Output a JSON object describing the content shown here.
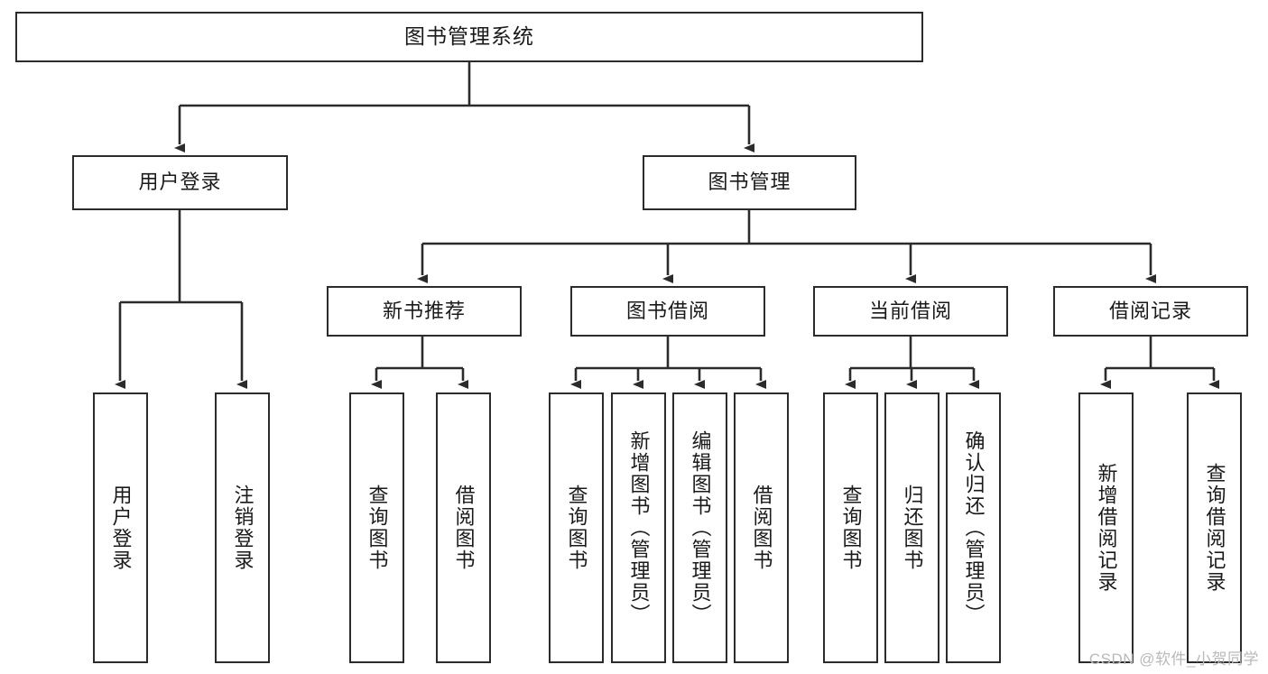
{
  "diagram": {
    "type": "tree",
    "title": "图书管理系统",
    "watermark": "CSDN @软件_小贺同学",
    "colors": {
      "box_border": "#2b2b2b",
      "box_fill": "#ffffff",
      "connector": "#2b2b2b",
      "text": "#1a1a1a",
      "watermark": "#b9b9b9",
      "background": "#ffffff"
    },
    "nodes": {
      "root": "图书管理系统",
      "level2": [
        "用户登录",
        "图书管理"
      ],
      "level3": [
        "新书推荐",
        "图书借阅",
        "当前借阅",
        "借阅记录"
      ],
      "leaves": {
        "user_login": [
          "用户登录",
          "注销登录"
        ],
        "new_book_recommend": [
          "查询图书",
          "借阅图书"
        ],
        "book_borrow": [
          "查询图书",
          "新增图书（管理员）",
          "编辑图书（管理员）",
          "借阅图书"
        ],
        "current_borrow": [
          "查询图书",
          "归还图书",
          "确认归还（管理员）"
        ],
        "borrow_record": [
          "新增借阅记录",
          "查询借阅记录"
        ]
      }
    }
  }
}
